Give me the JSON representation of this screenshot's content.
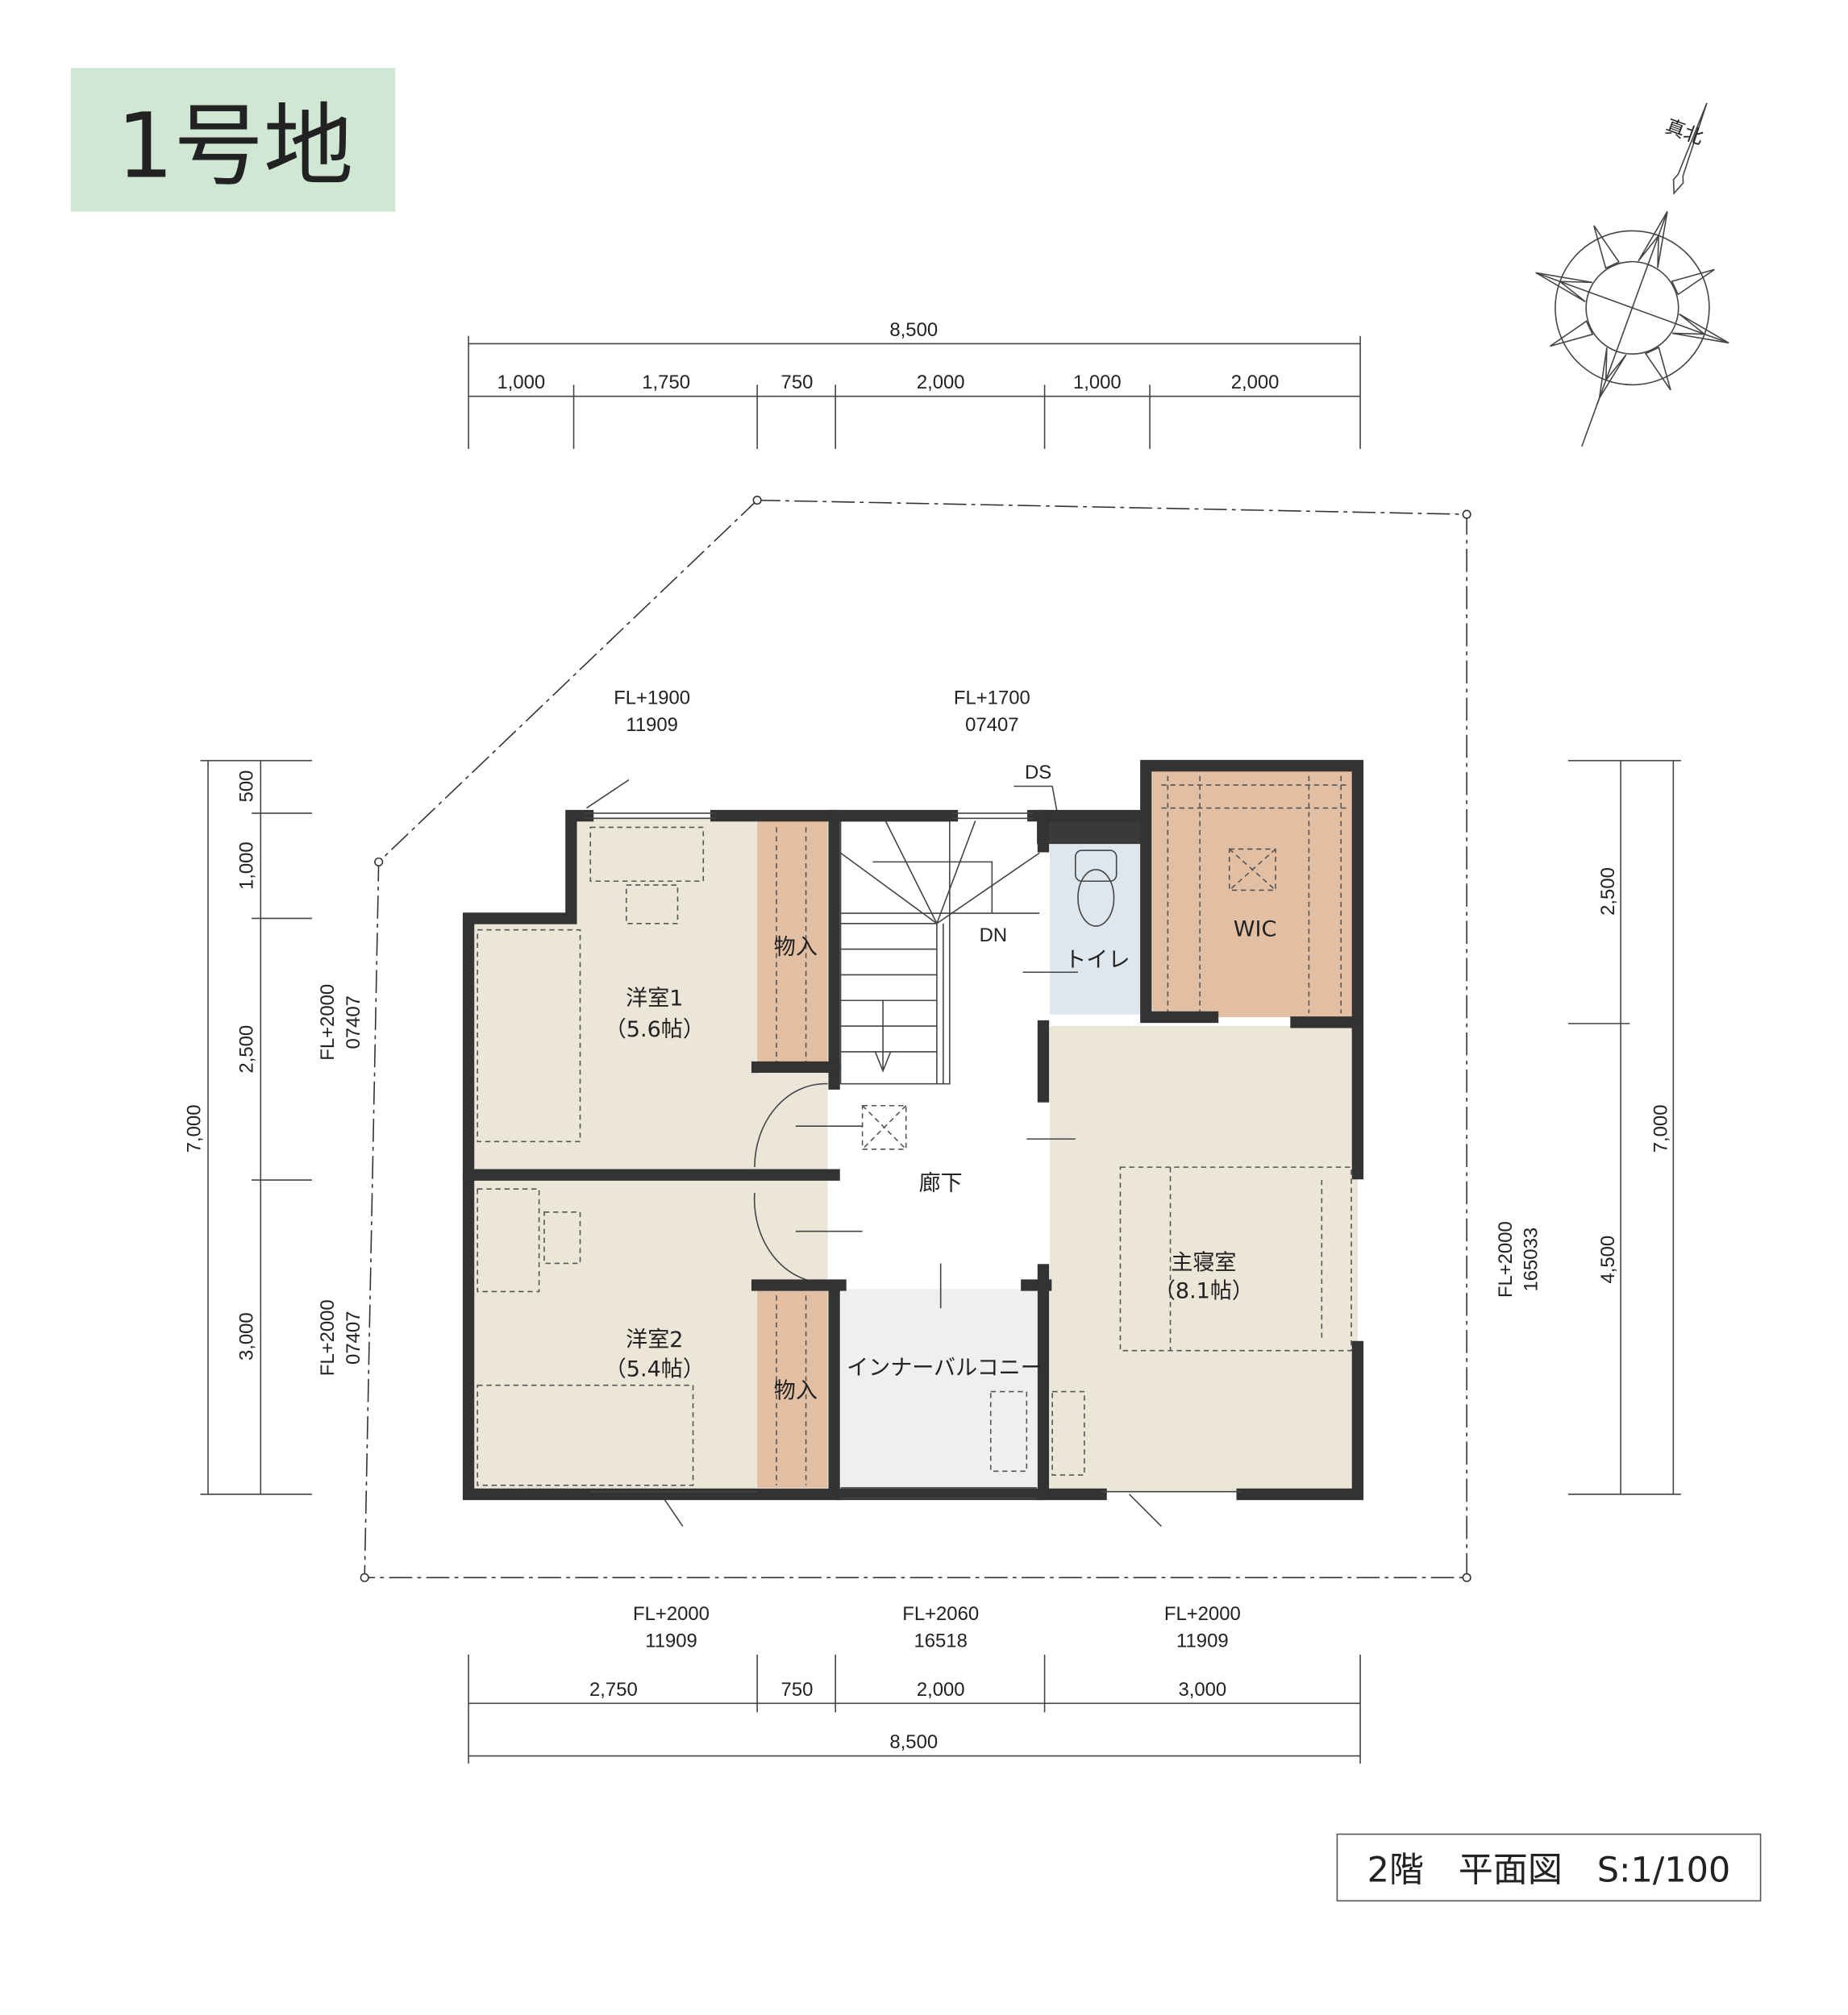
{
  "title": "1号地",
  "north_label": "真北",
  "scale_label": "2階　平面図　S:1/100",
  "colors": {
    "title_bg": "#cfe7d3",
    "room": "#ece6d8",
    "storage": "#e2bfa3",
    "toilet": "#dfe7ee",
    "balcony": "#efefef",
    "wall": "#333333"
  },
  "dims": {
    "top_total": "8,500",
    "top": [
      "1,000",
      "1,750",
      "750",
      "2,000",
      "1,000",
      "2,000"
    ],
    "bottom": [
      "2,750",
      "750",
      "2,000",
      "3,000"
    ],
    "bottom_total": "8,500",
    "left_total": "7,000",
    "left": [
      "500",
      "1,000",
      "2,500",
      "3,000"
    ],
    "right_total": "7,000",
    "right": [
      "2,500",
      "4,500"
    ]
  },
  "levels": {
    "top_left": {
      "fl": "FL+1900",
      "code": "11909"
    },
    "top_right": {
      "fl": "FL+1700",
      "code": "07407"
    },
    "left_upper": {
      "fl": "FL+2000",
      "code": "07407"
    },
    "left_lower": {
      "fl": "FL+2000",
      "code": "07407"
    },
    "right": {
      "fl": "FL+2000",
      "code": "165033"
    },
    "bottom_left": {
      "fl": "FL+2000",
      "code": "11909"
    },
    "bottom_mid": {
      "fl": "FL+2060",
      "code": "16518"
    },
    "bottom_right": {
      "fl": "FL+2000",
      "code": "11909"
    }
  },
  "rooms": {
    "western1": {
      "name": "洋室1",
      "size": "（5.6帖）"
    },
    "western2": {
      "name": "洋室2",
      "size": "（5.4帖）"
    },
    "storage1": "物入",
    "storage2": "物入",
    "toilet": "トイレ",
    "wic": "WIC",
    "hall": "廊下",
    "master": {
      "name": "主寝室",
      "size": "（8.1帖）"
    },
    "balcony": "インナーバルコニー",
    "ds": "DS",
    "dn": "DN"
  }
}
